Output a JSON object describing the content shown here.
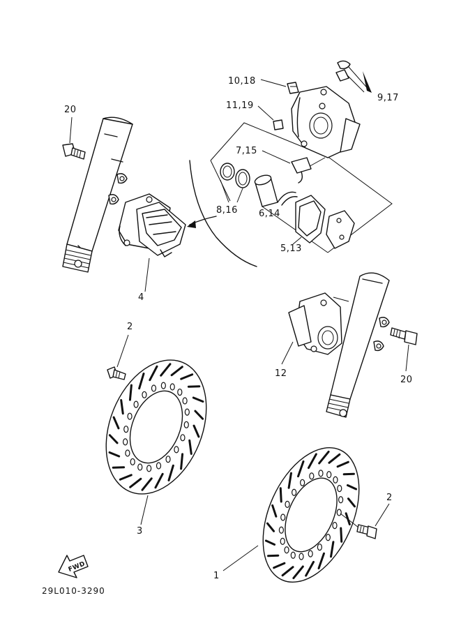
{
  "labels": {
    "l_10_18": "10,18",
    "l_9_17": "9,17",
    "l_11_19": "11,19",
    "l_20_left": "20",
    "l_7_15": "7,15",
    "l_8_16": "8,16",
    "l_6_14": "6,14",
    "l_5_13": "5,13",
    "l_4": "4",
    "l_2_top": "2",
    "l_12": "12",
    "l_20_right": "20",
    "l_3": "3",
    "l_2_bottom": "2",
    "l_1": "1"
  },
  "fwd_label": "FWD",
  "diagram_code": "29L010-3290"
}
